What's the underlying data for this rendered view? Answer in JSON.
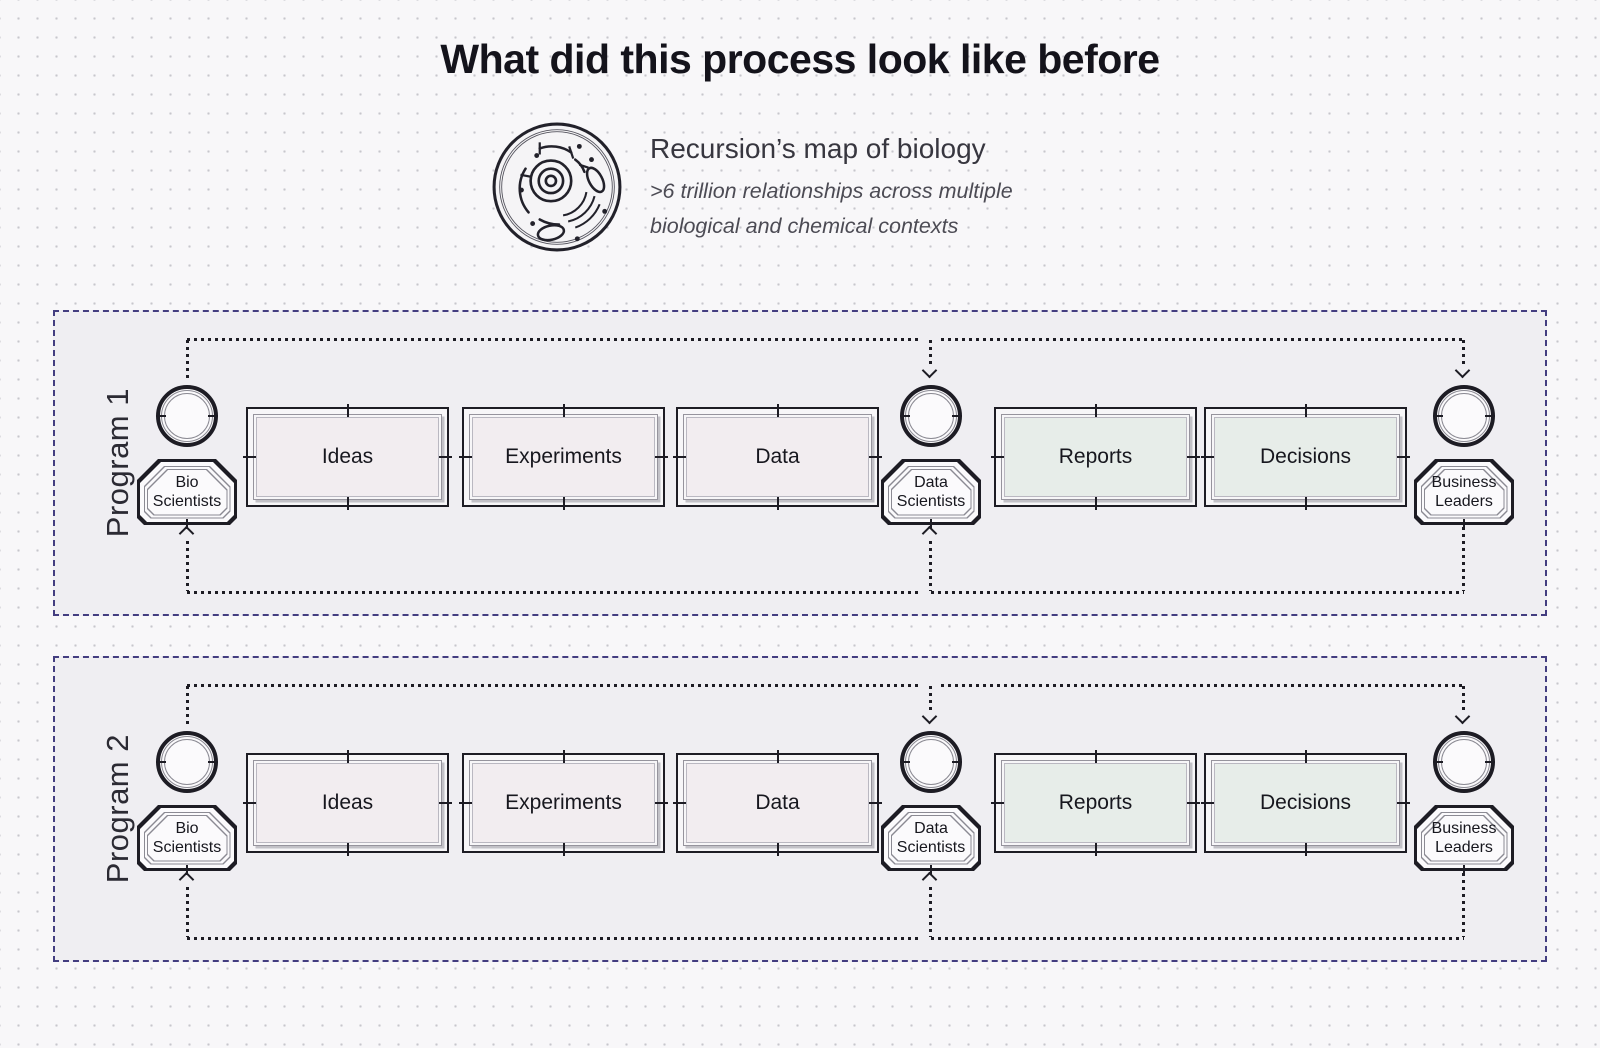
{
  "header": {
    "title": "What did this process look like before"
  },
  "hero": {
    "icon": "cell-illustration",
    "heading": "Recursion’s map of biology",
    "subtitle_line1": ">6 trillion relationships across multiple",
    "subtitle_line2": "biological and chemical contexts"
  },
  "colors": {
    "page_bg": "#f8f7f9",
    "dot_grid": "#c7c6cc",
    "panel_bg": "#efeef2",
    "panel_border": "#433d80",
    "ink": "#1d1c24",
    "box_pink": "#f2edf0",
    "box_mint": "#e7ede9",
    "shape_fill": "#fbfafc"
  },
  "programs": [
    {
      "label": "Program 1",
      "actors": [
        {
          "name": "bio-scientists",
          "line1": "Bio",
          "line2": "Scientists"
        },
        {
          "name": "data-scientists",
          "line1": "Data",
          "line2": "Scientists"
        },
        {
          "name": "business-leaders",
          "line1": "Business",
          "line2": "Leaders"
        }
      ],
      "boxes": [
        {
          "label": "Ideas",
          "tone": "pink"
        },
        {
          "label": "Experiments",
          "tone": "pink"
        },
        {
          "label": "Data",
          "tone": "pink"
        },
        {
          "label": "Reports",
          "tone": "mint"
        },
        {
          "label": "Decisions",
          "tone": "mint"
        }
      ]
    },
    {
      "label": "Program 2",
      "actors": [
        {
          "name": "bio-scientists",
          "line1": "Bio",
          "line2": "Scientists"
        },
        {
          "name": "data-scientists",
          "line1": "Data",
          "line2": "Scientists"
        },
        {
          "name": "business-leaders",
          "line1": "Business",
          "line2": "Leaders"
        }
      ],
      "boxes": [
        {
          "label": "Ideas",
          "tone": "pink"
        },
        {
          "label": "Experiments",
          "tone": "pink"
        },
        {
          "label": "Data",
          "tone": "pink"
        },
        {
          "label": "Reports",
          "tone": "mint"
        },
        {
          "label": "Decisions",
          "tone": "mint"
        }
      ]
    }
  ]
}
